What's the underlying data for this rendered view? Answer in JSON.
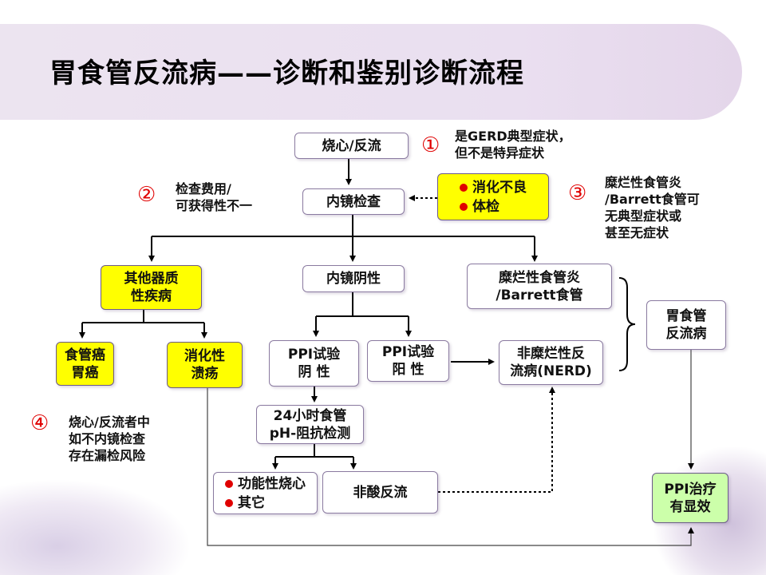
{
  "title": "胃食管反流病——诊断和鉴别诊断流程",
  "nodes": {
    "heartburn": "烧心/反流",
    "endoscopy": "内镜检查",
    "dyspepsia": "消化不良",
    "physical_exam": "体检",
    "other_organic": "其他器质\n性疾病",
    "endo_negative": "内镜阴性",
    "erosive": "糜烂性食管炎\n/Barrett食管",
    "cancer": "食管癌\n胃癌",
    "ulcer": "消化性\n溃疡",
    "ppi_negative": "PPI试验\n阴 性",
    "ppi_positive": "PPI试验\n阳 性",
    "nerd": "非糜烂性反\n流病(NERD)",
    "gerd": "胃食管\n反流病",
    "ph_test": "24小时食管\npH-阻抗检测",
    "functional": "功能性烧心",
    "others": "其它",
    "nonacid": "非酸反流",
    "ppi_effective": "PPI治疗\n有显效"
  },
  "notes": {
    "n1_num": "①",
    "n1_text": "是GERD典型症状，\n但不是特异症状",
    "n2_num": "②",
    "n2_text": "检查费用/\n可获得性不一",
    "n3_num": "③",
    "n3_text": "糜烂性食管炎\n/Barrett食管可\n无典型症状或\n甚至无症状",
    "n4_num": "④",
    "n4_text": "烧心/反流者中\n如不内镜检查\n存在漏检风险"
  },
  "colors": {
    "highlight_yellow": "#ffff00",
    "highlight_green": "#ccffaa",
    "number_red": "#e00000",
    "bullet_red": "#e00000"
  }
}
